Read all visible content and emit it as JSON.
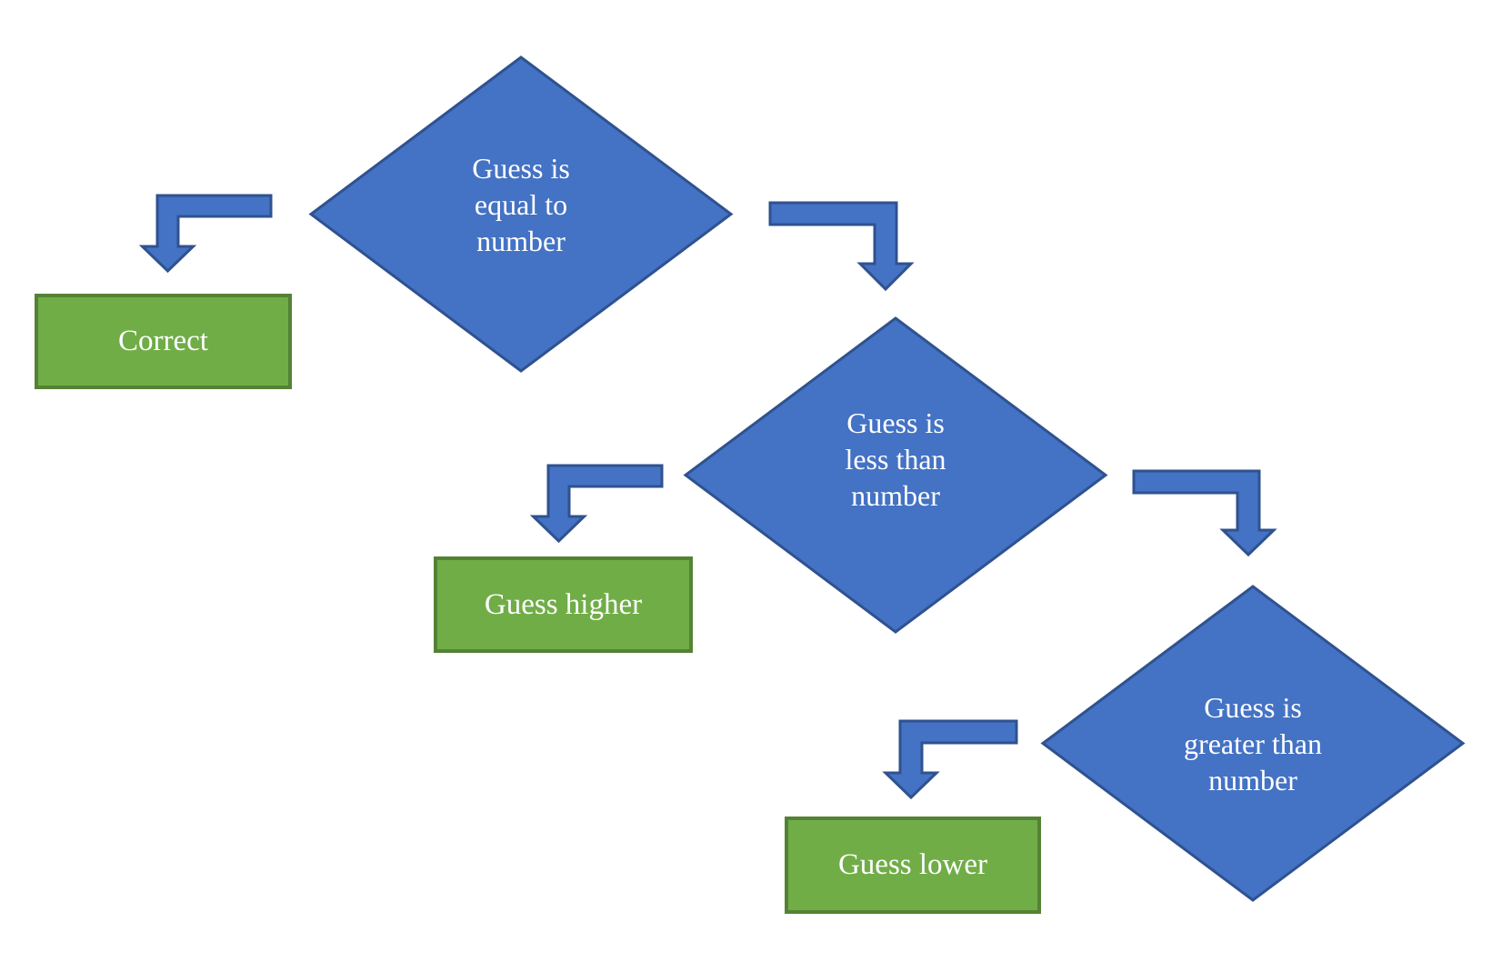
{
  "flowchart": {
    "background": "#FFFFFF",
    "decisions": [
      {
        "id": "equal",
        "shape": "diamond",
        "label": "Guess is\nequal to\nnumber"
      },
      {
        "id": "less-than",
        "shape": "diamond",
        "label": "Guess is\nless than\nnumber"
      },
      {
        "id": "greater-than",
        "shape": "diamond",
        "label": "Guess is\ngreater than\nnumber"
      }
    ],
    "outcomes": [
      {
        "id": "correct",
        "shape": "rectangle",
        "label": "Correct"
      },
      {
        "id": "guess-higher",
        "shape": "rectangle",
        "label": "Guess higher"
      },
      {
        "id": "guess-lower",
        "shape": "rectangle",
        "label": "Guess lower"
      }
    ],
    "connectors": [
      {
        "from": "equal",
        "to": "correct",
        "direction": "down-left"
      },
      {
        "from": "equal",
        "to": "less-than",
        "direction": "down-right"
      },
      {
        "from": "less-than",
        "to": "guess-higher",
        "direction": "down-left"
      },
      {
        "from": "less-than",
        "to": "greater-than",
        "direction": "down-right"
      },
      {
        "from": "greater-than",
        "to": "guess-lower",
        "direction": "down-left"
      }
    ],
    "colors": {
      "decision_fill": "#4472C4",
      "decision_border": "#2F528F",
      "outcome_fill": "#70AD47",
      "outcome_border": "#548235",
      "arrow_fill": "#4472C4",
      "arrow_border": "#2F528F",
      "label_text": "#FFFFFF"
    }
  }
}
